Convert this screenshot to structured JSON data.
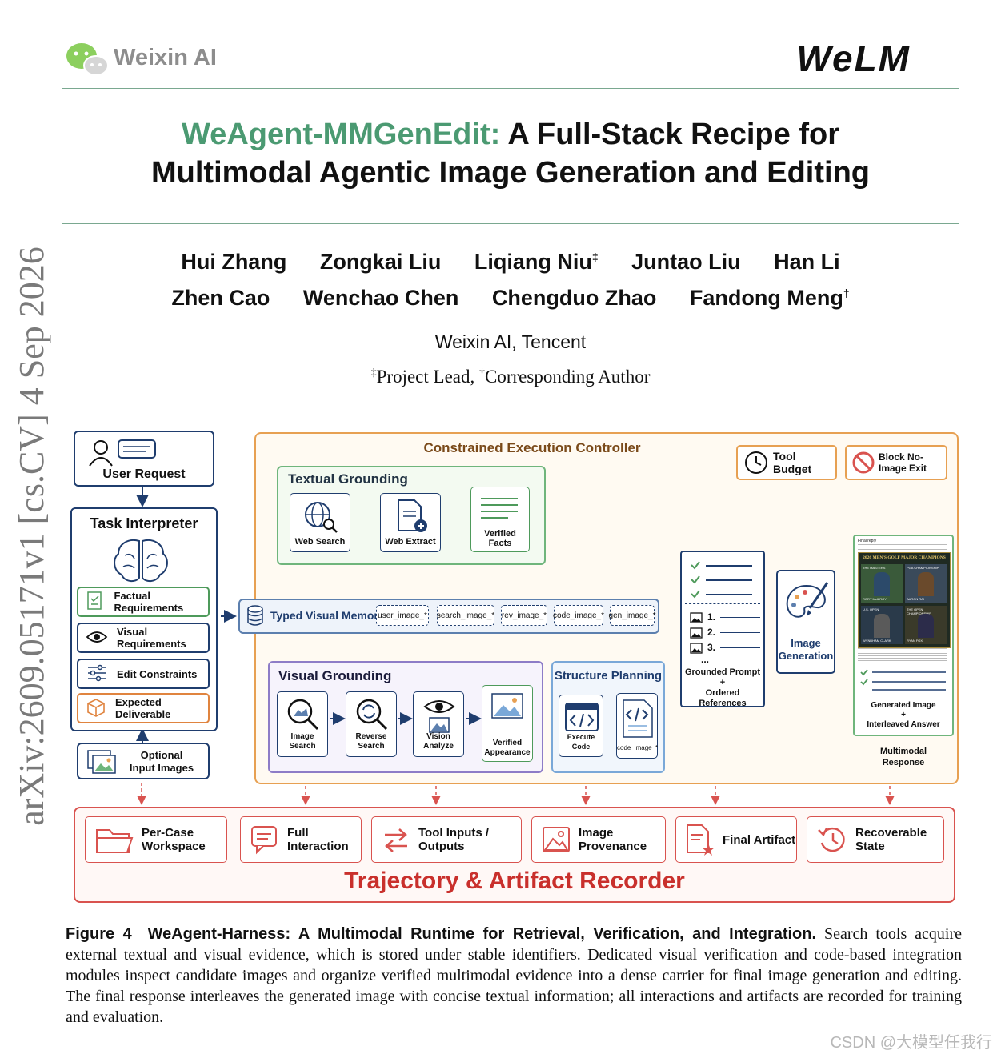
{
  "side_label": "arXiv:2609.05171v1  [cs.CV]  4 Sep 2026",
  "header": {
    "brand": "Weixin AI",
    "logo_right": "WeLM"
  },
  "title": {
    "highlight": "WeAgent-MMGenEdit:",
    "line1_rest": " A Full-Stack Recipe for",
    "line2": "Multimodal Agentic Image Generation and Editing"
  },
  "authors": {
    "row1": [
      "Hui Zhang",
      "Zongkai Liu",
      "Liqiang Niu",
      "Juntao Liu",
      "Han Li"
    ],
    "row2": [
      "Zhen Cao",
      "Wenchao Chen",
      "Chengduo Zhao",
      "Fandong Meng"
    ],
    "mark_lead": "‡",
    "mark_corr": "†",
    "affiliation": "Weixin AI, Tencent",
    "note_lead": "Project Lead,",
    "note_corr": "Corresponding Author"
  },
  "figure": {
    "user_request": "User Request",
    "task_interpreter": "Task Interpreter",
    "requirements": [
      "Factual Requirements",
      "Visual Requirements",
      "Edit Constraints",
      "Expected Deliverable"
    ],
    "optional_input": [
      "Optional",
      "Input Images"
    ],
    "controller_title": "Constrained Execution Controller",
    "tool_budget": "Tool Budget",
    "block_exit": "Block No-Image Exit",
    "textual_grounding": "Textual Grounding",
    "tg_tiles": [
      "Web Search",
      "Web Extract",
      "Verified",
      "Facts"
    ],
    "memory_title": "Typed Visual Memory",
    "memory_tags": [
      "user_image_*",
      "search_image_*",
      "rev_image_*",
      "code_image_*",
      "gen_image_*"
    ],
    "visual_grounding": "Visual Grounding",
    "vg_tiles": [
      "Image Search",
      "Reverse Search",
      "Vision Analyze",
      "Verified",
      "Appearance"
    ],
    "structure_planning": "Structure Planning",
    "sp_tiles": [
      "Execute Code",
      "code_image_*"
    ],
    "prompt_list": [
      "1.",
      "2.",
      "3.",
      "..."
    ],
    "prompt_labels": [
      "Grounded Prompt",
      "+",
      "Ordered References"
    ],
    "image_generation": [
      "Image",
      "Generation"
    ],
    "final_reply": "Final reply",
    "poster_title": "2026 MEN'S GOLF MAJOR CHAMPIONS",
    "poster_events": [
      "THE MASTERS",
      "PGA CHAMPIONSHIP",
      "U.S. OPEN",
      "THE OPEN CHAMPIONSHIP"
    ],
    "poster_players": [
      "RORY McILROY",
      "AARON RAI",
      "WYNDHAM CLARK",
      "RYAN FOX"
    ],
    "response_labels": [
      "Generated Image",
      "+",
      "Interleaved Answer"
    ],
    "multimodal_response": [
      "Multimodal",
      "Response"
    ],
    "recorder_items": [
      "Per-Case Workspace",
      "Full Interaction",
      "Tool Inputs / Outputs",
      "Image Provenance",
      "Final Artifact",
      "Recoverable State"
    ],
    "recorder_title": "Trajectory & Artifact Recorder",
    "colors": {
      "navy": "#1f3d6e",
      "orange": "#e7a052",
      "green": "#6fb57c",
      "purple": "#8d7cc7",
      "red": "#d9534f",
      "title_green": "#4b9a72"
    }
  },
  "caption": {
    "label": "Figure 4",
    "bold": "WeAgent-Harness: A Multimodal Runtime for Retrieval, Verification, and Integration.",
    "text": "Search tools acquire external textual and visual evidence, which is stored under stable identifiers. Dedicated visual verification and code-based integration modules inspect candidate images and organize verified multimodal evidence into a dense carrier for final image generation and editing. The final response interleaves the generated image with concise textual information; all interactions and artifacts are recorded for training and evaluation."
  },
  "watermark": "CSDN @大模型任我行"
}
